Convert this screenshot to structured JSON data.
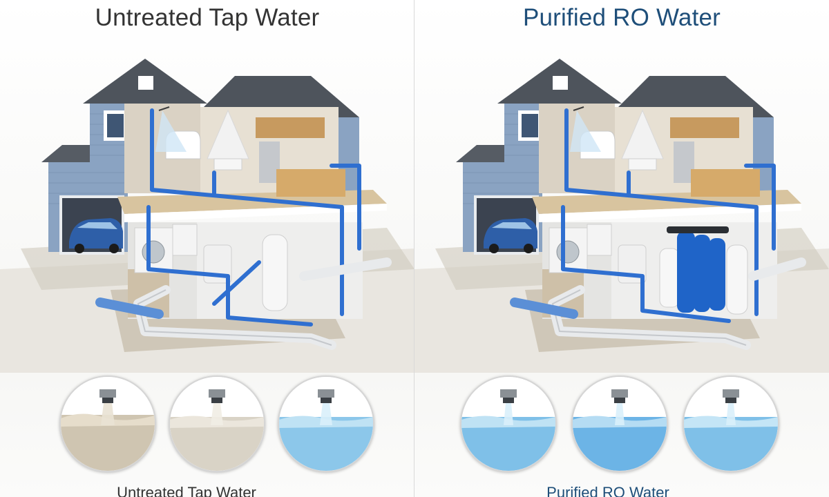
{
  "left_panel": {
    "title": "Untreated Tap Water",
    "caption": "Untreated Tap Water",
    "title_color": "#333333",
    "caption_color": "#333333",
    "water_samples": [
      "murky",
      "cloudy",
      "clear"
    ]
  },
  "right_panel": {
    "title": "Purified RO Water",
    "caption": "Purified RO Water",
    "title_color": "#1e4e79",
    "caption_color": "#1e4e79",
    "water_samples": [
      "clear",
      "clear",
      "clear"
    ]
  },
  "colors": {
    "siding": "#8aa3c2",
    "roof": "#4e545c",
    "pipe_blue": "#2f6fd0",
    "pipe_white": "#e8eaec",
    "filter_blue": "#1f64c8"
  }
}
